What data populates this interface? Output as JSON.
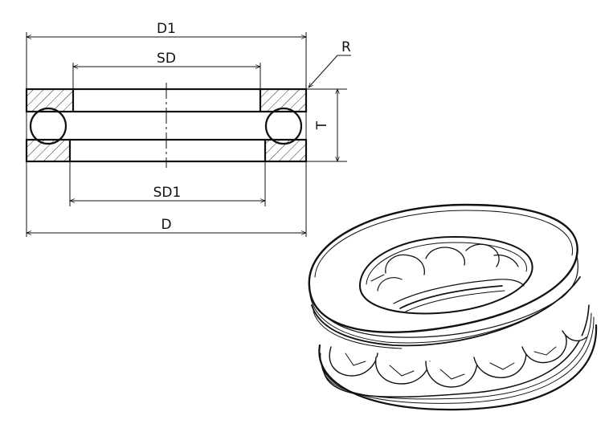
{
  "labels": {
    "d1": "D1",
    "sd": "SD",
    "r": "R",
    "t": "T",
    "sd1": "SD1",
    "d": "D"
  },
  "colors": {
    "line": "#111111",
    "background": "#ffffff",
    "hatch": "#111111"
  },
  "icon": {
    "isometric_view": "thrust-ball-bearing-3d"
  }
}
